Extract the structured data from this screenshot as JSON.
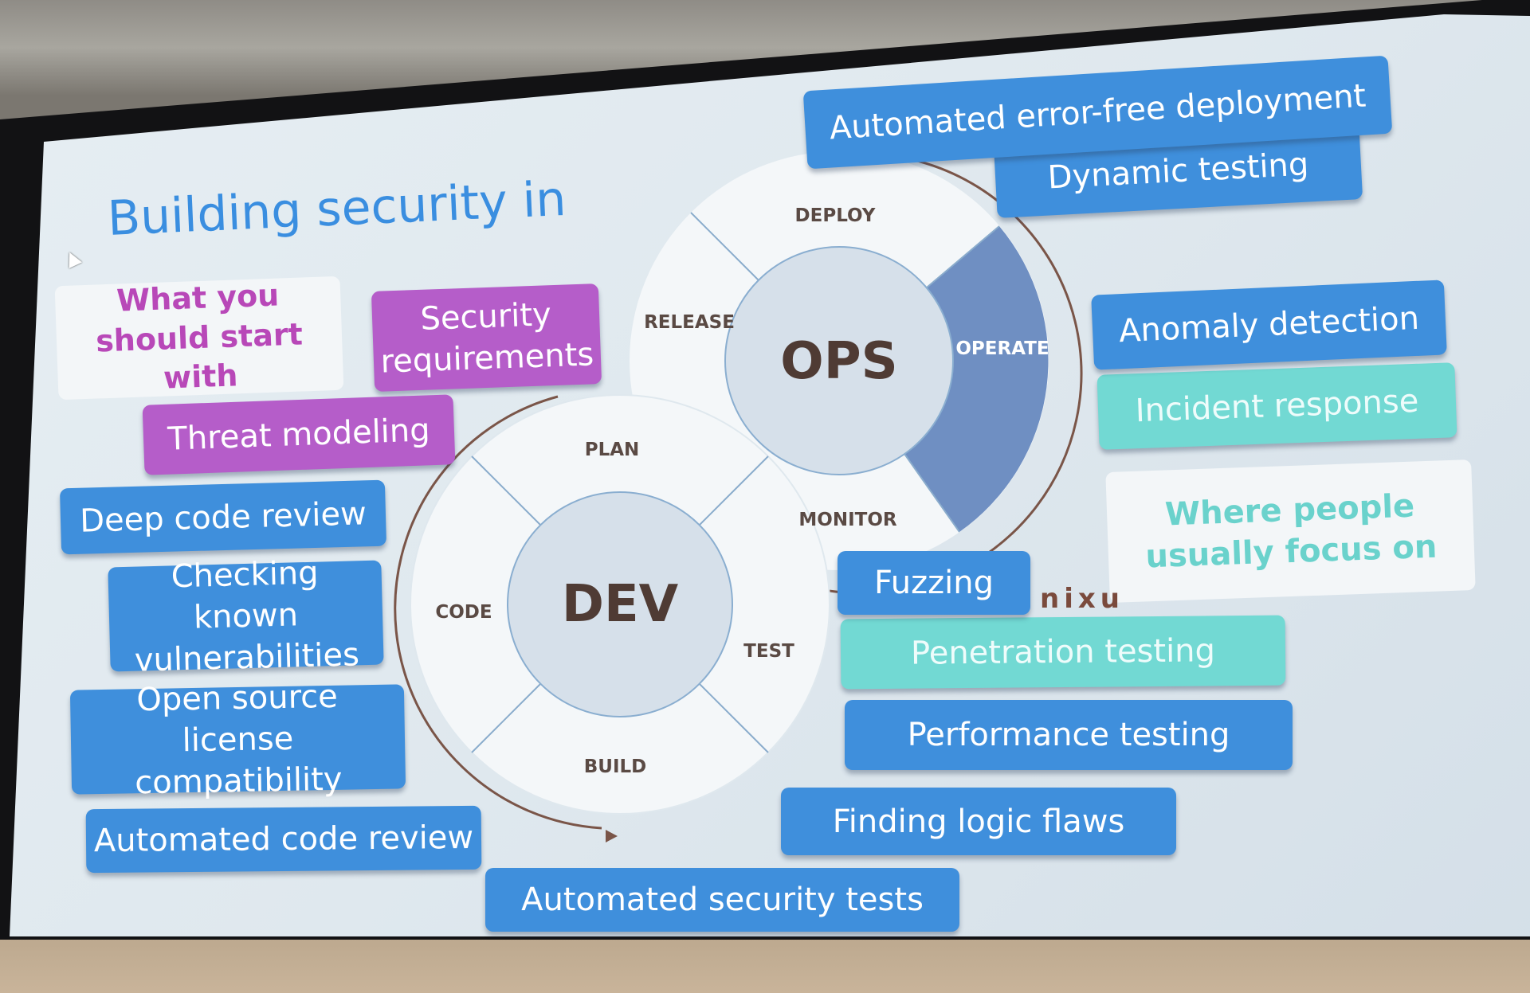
{
  "slide": {
    "title": "Building security in",
    "notes": {
      "start": "What you should start with",
      "focus": "Where people usually focus on"
    },
    "boxes": [
      {
        "id": "security-requirements",
        "label": "Security requirements",
        "color": "#b55dc9"
      },
      {
        "id": "threat-modeling",
        "label": "Threat modeling",
        "color": "#b55dc9"
      },
      {
        "id": "deep-code-review",
        "label": "Deep code review",
        "color": "#3f8fdc"
      },
      {
        "id": "checking-known-vulnerabilities",
        "label": "Checking known vulnerabilities",
        "color": "#3f8fdc"
      },
      {
        "id": "open-source-license",
        "label": "Open source license compatibility",
        "color": "#3f8fdc"
      },
      {
        "id": "automated-code-review",
        "label": "Automated code review",
        "color": "#3f8fdc"
      },
      {
        "id": "automated-security-tests",
        "label": "Automated security tests",
        "color": "#3f8fdc"
      },
      {
        "id": "finding-logic-flaws",
        "label": "Finding logic flaws",
        "color": "#3f8fdc"
      },
      {
        "id": "performance-testing",
        "label": "Performance testing",
        "color": "#3f8fdc"
      },
      {
        "id": "penetration-testing",
        "label": "Penetration testing",
        "color": "#72d9d3"
      },
      {
        "id": "fuzzing",
        "label": "Fuzzing",
        "color": "#3f8fdc"
      },
      {
        "id": "incident-response",
        "label": "Incident response",
        "color": "#72d9d3"
      },
      {
        "id": "anomaly-detection",
        "label": "Anomaly detection",
        "color": "#3f8fdc"
      },
      {
        "id": "dynamic-testing",
        "label": "Dynamic testing",
        "color": "#3f8fdc"
      },
      {
        "id": "automated-deployment",
        "label": "Automated error-free deployment",
        "color": "#3f8fdc"
      }
    ],
    "diagram": {
      "ops": "OPS",
      "dev": "DEV",
      "ops_stages": {
        "deploy": "DEPLOY",
        "release": "RELEASE",
        "operate": "OPERATE",
        "monitor": "MONITOR"
      },
      "dev_stages": {
        "plan": "PLAN",
        "code": "CODE",
        "build": "BUILD",
        "test": "TEST"
      },
      "operate_color": "#6f8fc2"
    },
    "logo": "nixu"
  }
}
